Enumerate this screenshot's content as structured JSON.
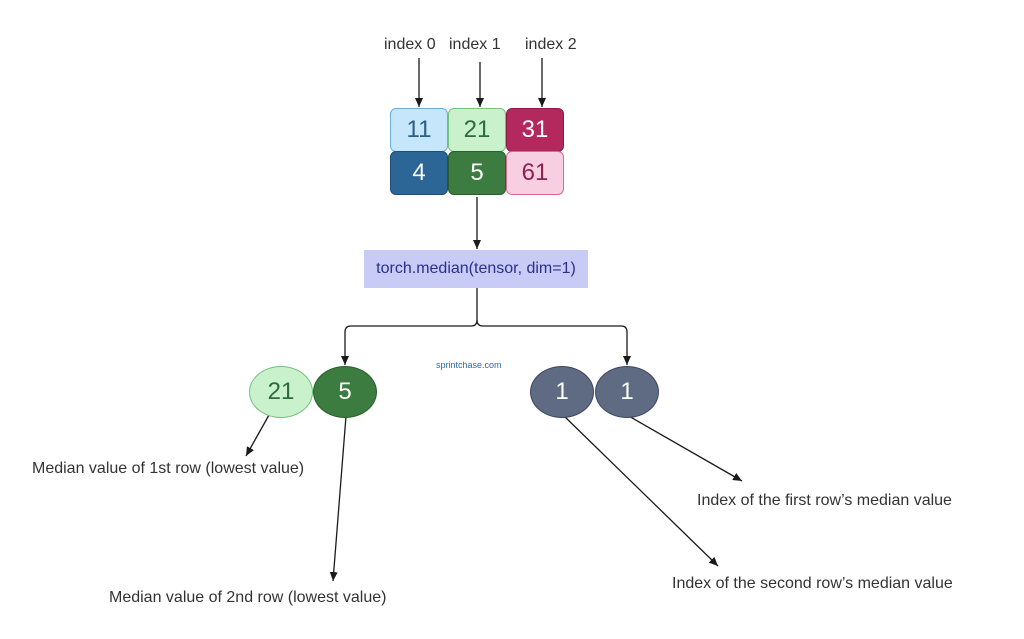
{
  "index_labels": [
    "index 0",
    "index 1",
    "index 2"
  ],
  "tensor": {
    "rows": [
      [
        "11",
        "21",
        "31"
      ],
      [
        "4",
        "5",
        "61"
      ]
    ]
  },
  "function_call": "torch.median(tensor, dim=1)",
  "watermark": "sprintchase.com",
  "values_output": [
    "21",
    "5"
  ],
  "indices_output": [
    "1",
    "1"
  ],
  "annotations": {
    "median_row1": "Median value of 1st row (lowest value)",
    "median_row2": "Median value of 2nd row (lowest value)",
    "index_row1": "Index of the first row’s median value",
    "index_row2": "Index of the second row’s median value"
  },
  "colors": {
    "light_blue": "#c6e6fb",
    "light_green": "#c9f2cc",
    "crimson": "#b3285d",
    "navy": "#2c6697",
    "green": "#3c7c40",
    "pink": "#f7cfe1",
    "function_box": "#c7cbf6",
    "slate": "#5f6b83"
  }
}
